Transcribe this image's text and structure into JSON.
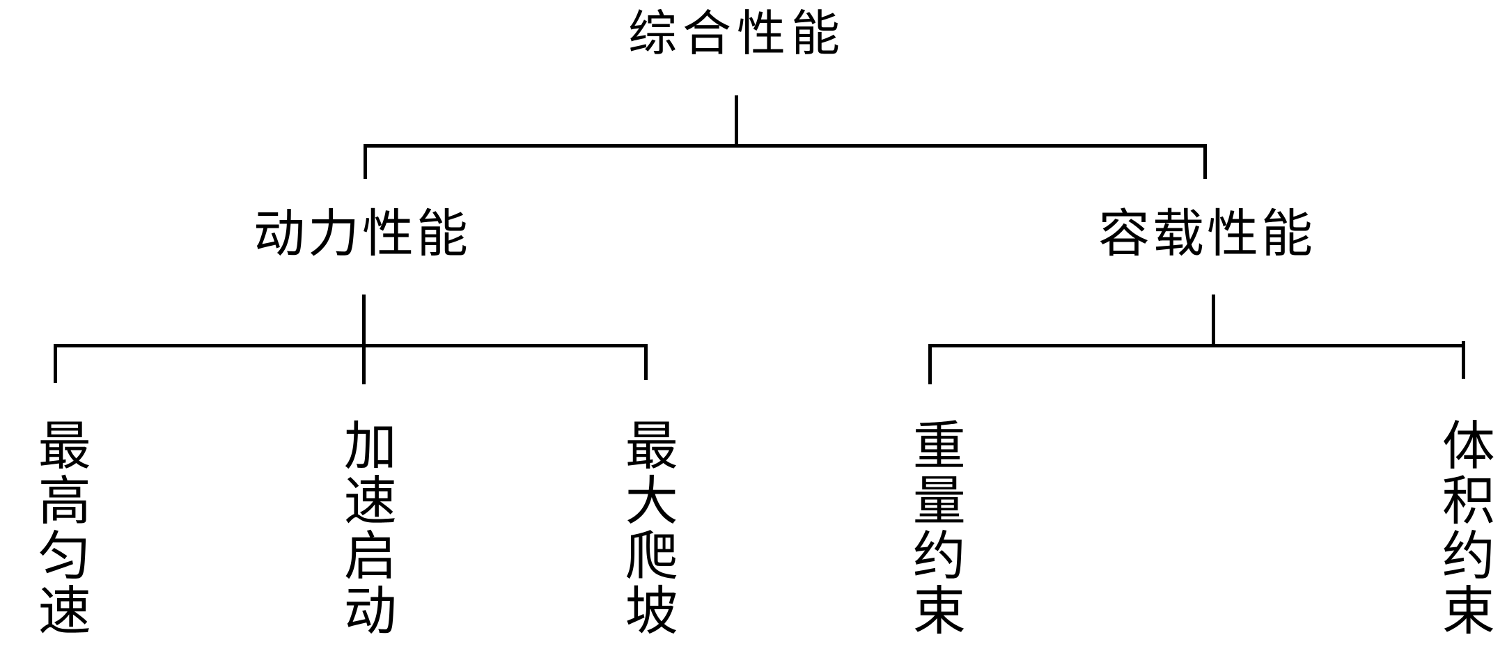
{
  "diagram": {
    "title": "performance-hierarchy-tree",
    "colors": {
      "background": "#ffffff",
      "line": "#000000",
      "text": "#000000"
    },
    "root": {
      "label": "综合性能"
    },
    "branches": [
      {
        "label": "动力性能"
      },
      {
        "label": "容载性能"
      }
    ],
    "leaves": [
      {
        "label": "最高匀速",
        "parent": "动力性能"
      },
      {
        "label": "加速启动",
        "parent": "动力性能"
      },
      {
        "label": "最大爬坡",
        "parent": "动力性能"
      },
      {
        "label": "重量约束",
        "parent": "容载性能"
      },
      {
        "label": "体积约束",
        "parent": "容载性能"
      }
    ]
  }
}
